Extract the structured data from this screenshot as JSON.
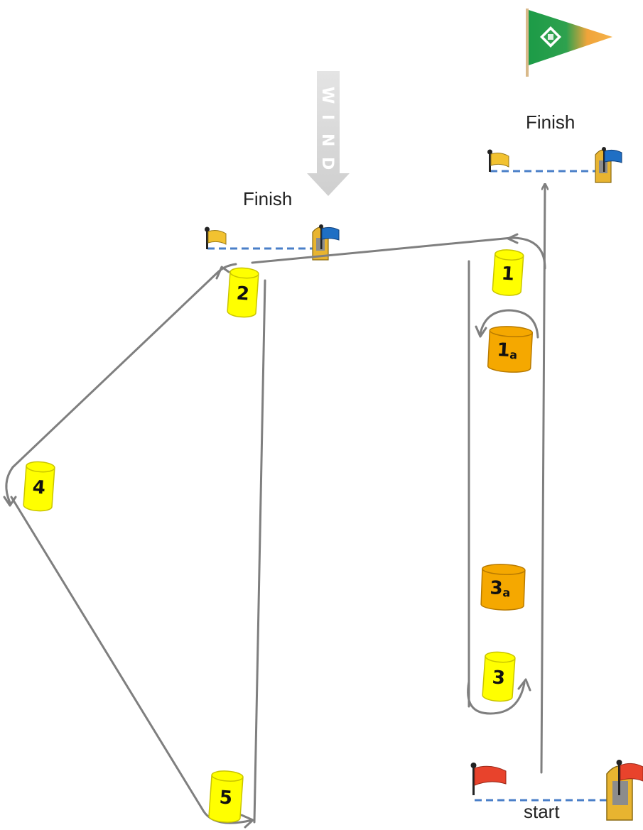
{
  "wind": {
    "label": "WIND",
    "letters": [
      "W",
      "I",
      "N",
      "D"
    ]
  },
  "finish_labels": {
    "upper_right": "Finish",
    "left": "Finish"
  },
  "start_label": "start",
  "marks": [
    {
      "id": "1",
      "num": "1",
      "sub": "",
      "color": "#ffff00"
    },
    {
      "id": "1a",
      "num": "1",
      "sub": "a",
      "color": "#f5a800"
    },
    {
      "id": "2",
      "num": "2",
      "sub": "",
      "color": "#ffff00"
    },
    {
      "id": "3",
      "num": "3",
      "sub": "",
      "color": "#ffff00"
    },
    {
      "id": "3a",
      "num": "3",
      "sub": "a",
      "color": "#f5a800"
    },
    {
      "id": "4",
      "num": "4",
      "sub": "",
      "color": "#ffff00"
    },
    {
      "id": "5",
      "num": "5",
      "sub": "",
      "color": "#ffff00"
    }
  ],
  "colors": {
    "course_line": "#7f7f7f",
    "finish_flag": "#f2c230",
    "committee_flag": "#1f6fc4",
    "start_flag": "#e8432c",
    "line_dash": "#4a7fc8",
    "club_pennant_green": "#1c9b47",
    "club_pennant_orange": "#f0a43a"
  },
  "icons": [
    "club-pennant-icon",
    "wind-arrow-icon",
    "finish-flag-icon",
    "committee-boat-icon",
    "start-flag-icon"
  ]
}
